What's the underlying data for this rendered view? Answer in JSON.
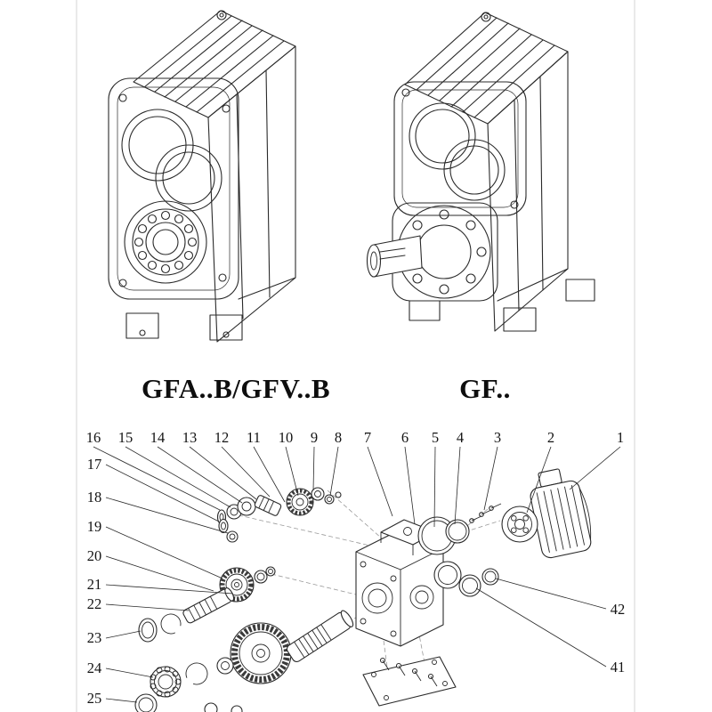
{
  "page": {
    "background": "#ffffff",
    "line_color": "#2a2a2a"
  },
  "models": {
    "left_label": "GFA..B/GFV..B",
    "right_label": "GF.."
  },
  "exploded": {
    "top_numbers": [
      "16",
      "15",
      "14",
      "13",
      "12",
      "11",
      "10",
      "9",
      "8",
      "7",
      "6",
      "5",
      "4",
      "3",
      "2",
      "1"
    ],
    "left_numbers": [
      "17",
      "18",
      "19",
      "20",
      "21",
      "22",
      "23",
      "24",
      "25"
    ],
    "right_numbers": [
      "42",
      "41"
    ]
  }
}
